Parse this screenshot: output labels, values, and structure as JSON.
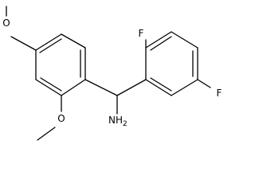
{
  "molecule": {
    "atoms": {
      "methoxy_top": "O",
      "methoxy_bottom": "O",
      "fluoro_top": "F",
      "fluoro_right": "F",
      "amine": "NH2"
    },
    "amine_label": {
      "main": "NH",
      "subscript": "2"
    },
    "colors": {
      "bond": "#000000",
      "label": "#000000",
      "background": "#ffffff"
    }
  }
}
